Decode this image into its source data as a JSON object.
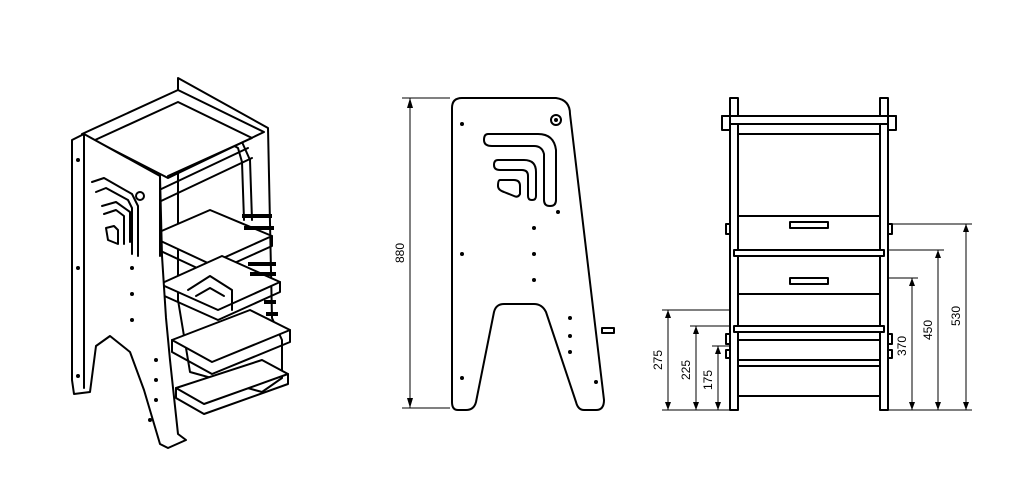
{
  "drawing": {
    "views": [
      "isometric",
      "side",
      "front"
    ],
    "side_view": {
      "height_label": "880"
    },
    "front_view": {
      "step_heights": [
        "275",
        "225",
        "175"
      ],
      "platform_heights": [
        "370",
        "450",
        "530"
      ]
    },
    "line_color": "#000000",
    "background": "#ffffff"
  }
}
